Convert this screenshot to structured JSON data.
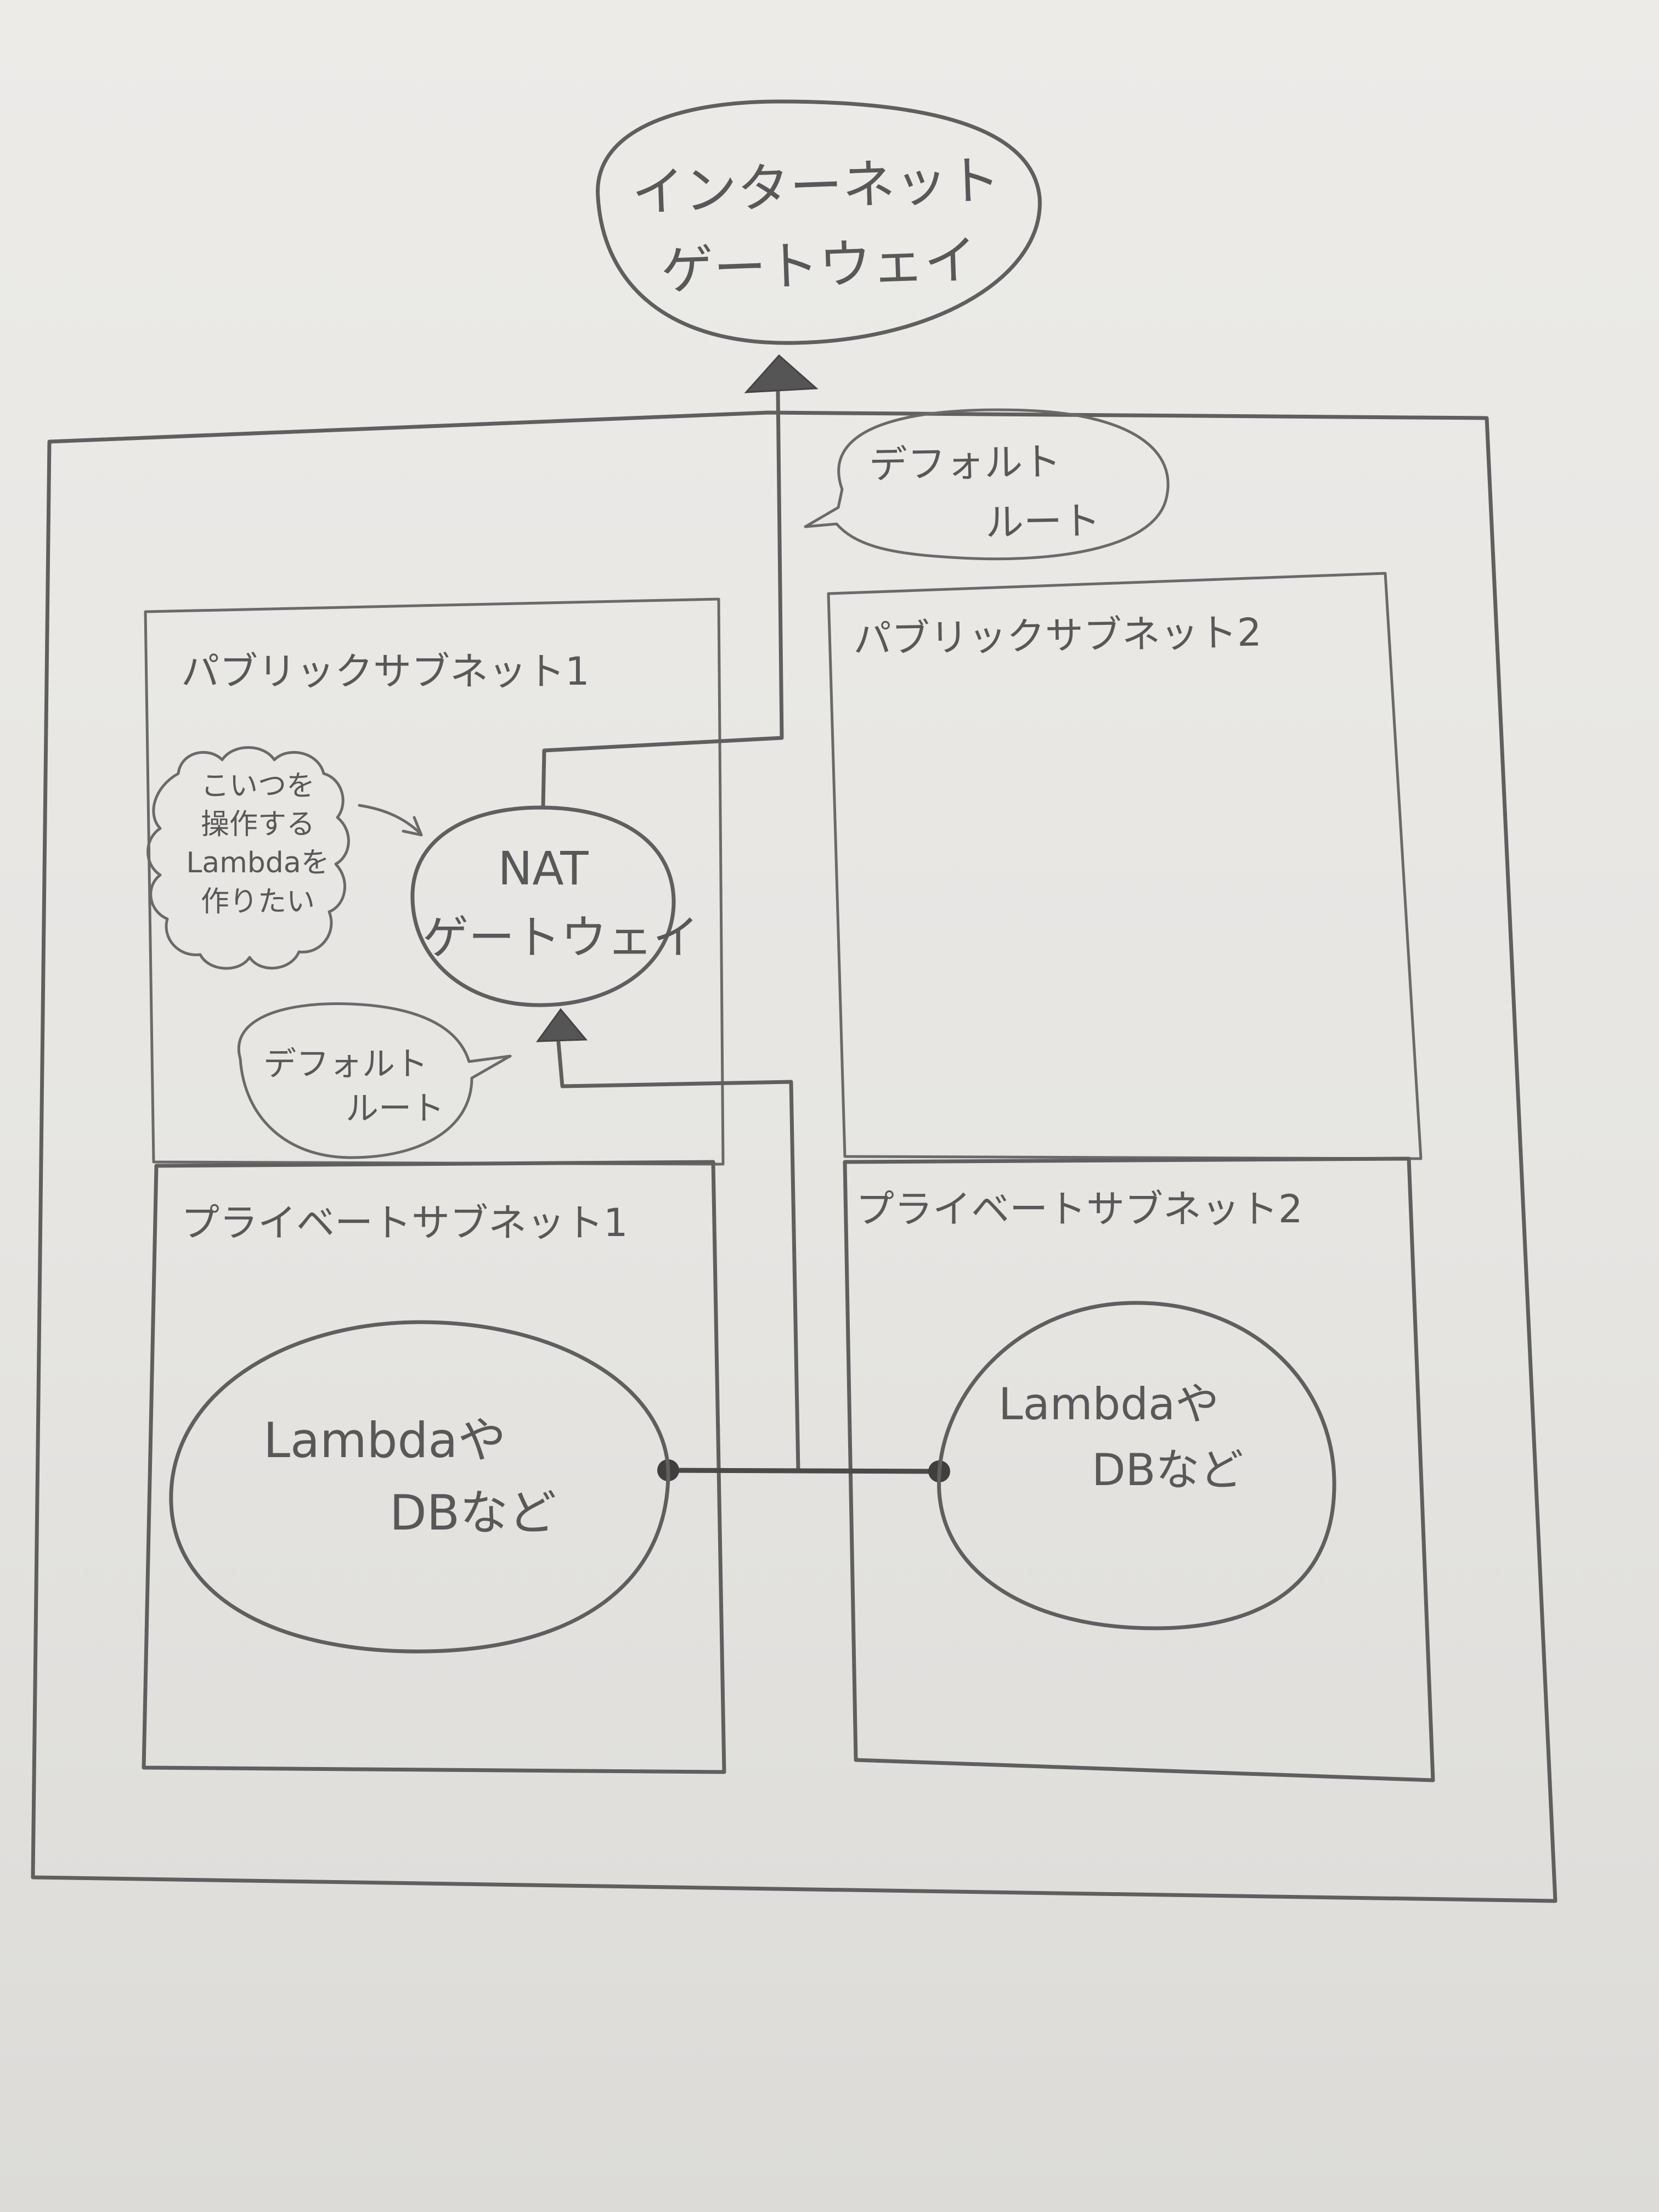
{
  "internet_gateway": {
    "line1": "インターネット",
    "line2": "ゲートウェイ"
  },
  "default_route_top": {
    "line1": "デフォルト",
    "line2": "ルート"
  },
  "public_subnet_1": {
    "label": "パブリックサブネット1"
  },
  "public_subnet_2": {
    "label": "パブリックサブネット2"
  },
  "private_subnet_1": {
    "label": "プライベートサブネット1"
  },
  "private_subnet_2": {
    "label": "プライベートサブネット2"
  },
  "nat_gateway": {
    "line1": "NAT",
    "line2": "ゲートウェイ"
  },
  "note_thought": {
    "line1": "こいつを",
    "line2": "操作する",
    "line3": "Lambdaを",
    "line4": "作りたい"
  },
  "default_route_nat": {
    "line1": "デフォルト",
    "line2": "ルート"
  },
  "resources_1": {
    "line1": "Lambdaや",
    "line2": "DBなど"
  },
  "resources_2": {
    "line1": "Lambdaや",
    "line2": "DBなど"
  }
}
